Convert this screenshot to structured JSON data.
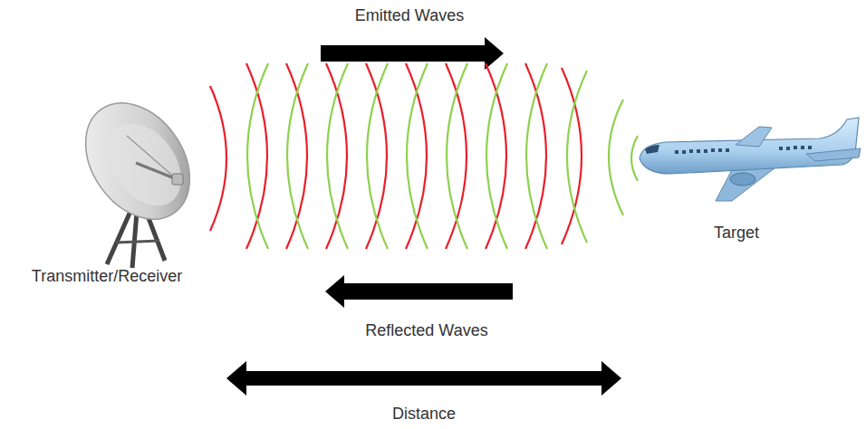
{
  "diagram": {
    "labels": [
      "Emitted Waves",
      "Target",
      "Transmitter/Receiver",
      "Reflected Waves",
      "Distance"
    ]
  }
}
